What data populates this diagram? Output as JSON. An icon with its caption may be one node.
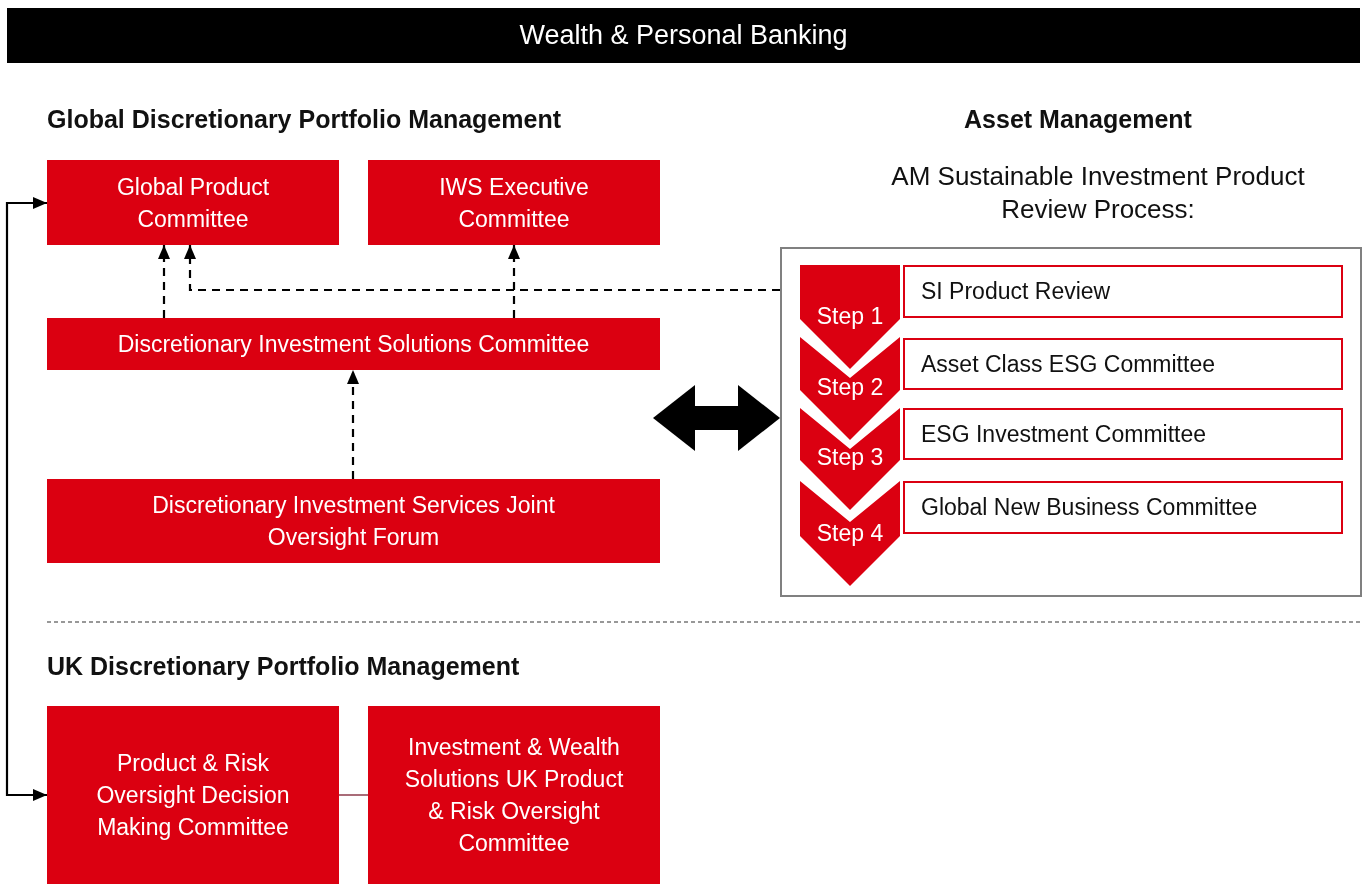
{
  "diagram": {
    "title": "Wealth & Personal Banking",
    "nodes": [
      {
        "text": [
          "Global Product Committee"
        ]
      },
      {
        "text": [
          "IWS Executive Committee"
        ]
      },
      {
        "text": [
          "Discretionary Investment Solutions Committee"
        ]
      },
      {
        "text": [
          "Discretionary Investment Services Joint Oversight Forum"
        ]
      },
      {
        "text": [],
        "shape": "box"
      },
      {
        "text": [
          "Step 1"
        ],
        "in": 4
      },
      {
        "text": [
          "SI Product Review"
        ],
        "in": 4
      },
      {
        "text": [
          "Step 2"
        ],
        "in": 4
      },
      {
        "text": [
          "Asset Class ESG Committee"
        ],
        "in": 4
      },
      {
        "text": [
          "Step 3"
        ],
        "in": 4
      },
      {
        "text": [
          "ESG Investment Committee"
        ],
        "in": 4
      },
      {
        "text": [
          "Step 4"
        ],
        "in": 4
      },
      {
        "text": [
          "Global New Business Committee"
        ],
        "in": 4
      },
      {
        "text": [
          "Product & Risk Oversight Decision Making Committee"
        ]
      },
      {
        "text": [
          "Investment & Wealth Solutions UK Product & Risk Oversight Committee"
        ]
      }
    ],
    "edges": [
      {
        "from": 2,
        "to": 0,
        "arrow": "to",
        "style": "dashed"
      },
      {
        "from": 2,
        "to": 1,
        "arrow": "to",
        "style": "dashed"
      },
      {
        "from": 4,
        "to": 0,
        "arrow": "to",
        "style": "dashed"
      },
      {
        "from": 3,
        "to": 2,
        "arrow": "to",
        "style": "dashed"
      },
      {
        "from": 2,
        "to": 4,
        "arrow": "both",
        "style": "thick"
      },
      {
        "from": 13,
        "to": 0,
        "arrow": "both"
      },
      {
        "from": 13,
        "to": 14,
        "arrow": "none",
        "color": "#8c3b4b"
      }
    ],
    "labels": [
      "Global Discretionary Portfolio Management",
      "Asset Management",
      "AM Sustainable Investment Product Review Process:",
      "UK Discretionary Portfolio Management"
    ]
  }
}
